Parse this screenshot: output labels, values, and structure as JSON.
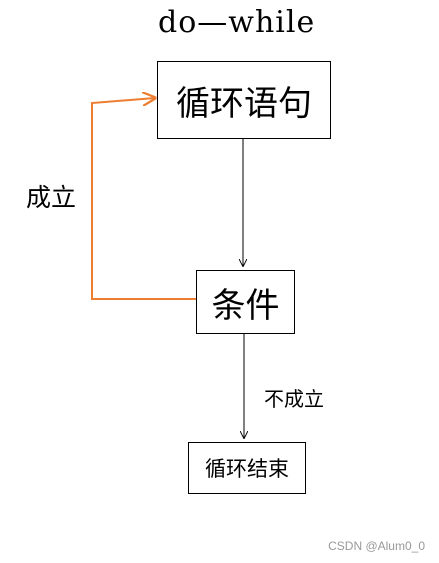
{
  "title": "do—while",
  "nodes": {
    "loop_body": "循环语句",
    "condition": "条件",
    "loop_end": "循环结束"
  },
  "edges": {
    "true_label": "成立",
    "false_label": "不成立"
  },
  "colors": {
    "loop_back_arrow": "#ED7D31",
    "flow_arrow": "#000000"
  },
  "watermark": "CSDN @Alum0_0"
}
